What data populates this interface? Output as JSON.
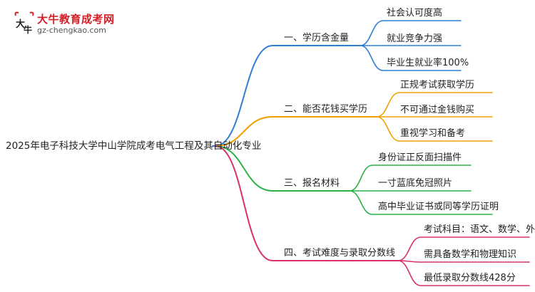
{
  "logo": {
    "title": "大牛教育成考网",
    "url": "gz-chengkao.com",
    "mark_text": "大牛"
  },
  "root": {
    "label": "2025年电子科技大学中山学院成考电气工程及其自动化专业"
  },
  "colors": {
    "branch1": "#2f7fd6",
    "branch2": "#f0a000",
    "branch3": "#2cb24a",
    "branch4": "#d83366",
    "brand": "#d51f26"
  },
  "branches": [
    {
      "label": "一、学历含金量",
      "children": [
        "社会认可度高",
        "就业竞争力强",
        "毕业生就业率100%"
      ]
    },
    {
      "label": "二、能否花钱买学历",
      "children": [
        "正规考试获取学历",
        "不可通过金钱购买",
        "重视学习和备考"
      ]
    },
    {
      "label": "三、报名材料",
      "children": [
        "身份证正反面扫描件",
        "一寸蓝底免冠照片",
        "高中毕业证书或同等学历证明"
      ]
    },
    {
      "label": "四、考试难度与录取分数线",
      "children": [
        "考试科目：语文、数学、外语",
        "需具备数学和物理知识",
        "最低录取分数线428分"
      ]
    }
  ]
}
